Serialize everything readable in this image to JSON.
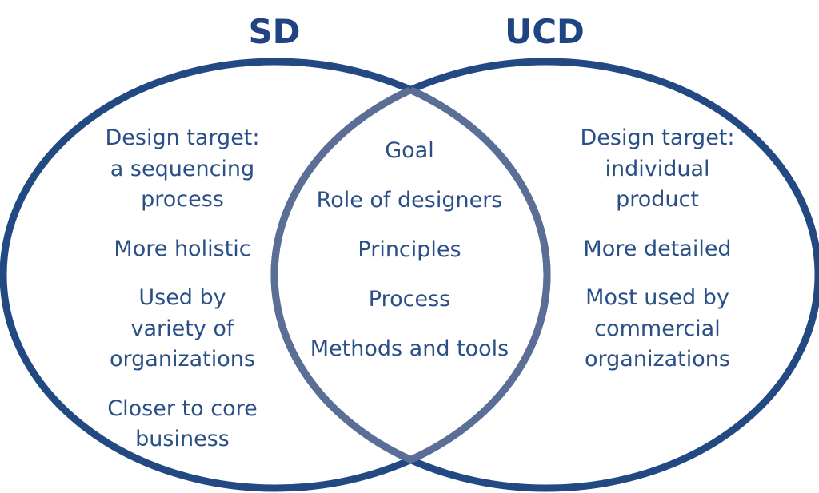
{
  "colors": {
    "circle_stroke": "#234983",
    "overlap_stroke": "#5a6e96",
    "title_text": "#1f4481",
    "body_text": "#2a4f86",
    "background": "#ffffff"
  },
  "diagram": {
    "type": "venn",
    "sets": [
      {
        "title": "SD",
        "groups": [
          [
            "Design target:",
            "a sequencing",
            "process"
          ],
          [
            "More holistic"
          ],
          [
            "Used by",
            "variety of",
            "organizations"
          ],
          [
            "Closer to core",
            "business"
          ]
        ]
      },
      {
        "title": "UCD",
        "groups": [
          [
            "Design target:",
            "individual",
            "product"
          ],
          [
            "More detailed"
          ],
          [
            "Most used by",
            "commercial",
            "organizations"
          ]
        ]
      }
    ],
    "intersection": [
      "Goal",
      "Role of designers",
      "Principles",
      "Process",
      "Methods and tools"
    ]
  }
}
